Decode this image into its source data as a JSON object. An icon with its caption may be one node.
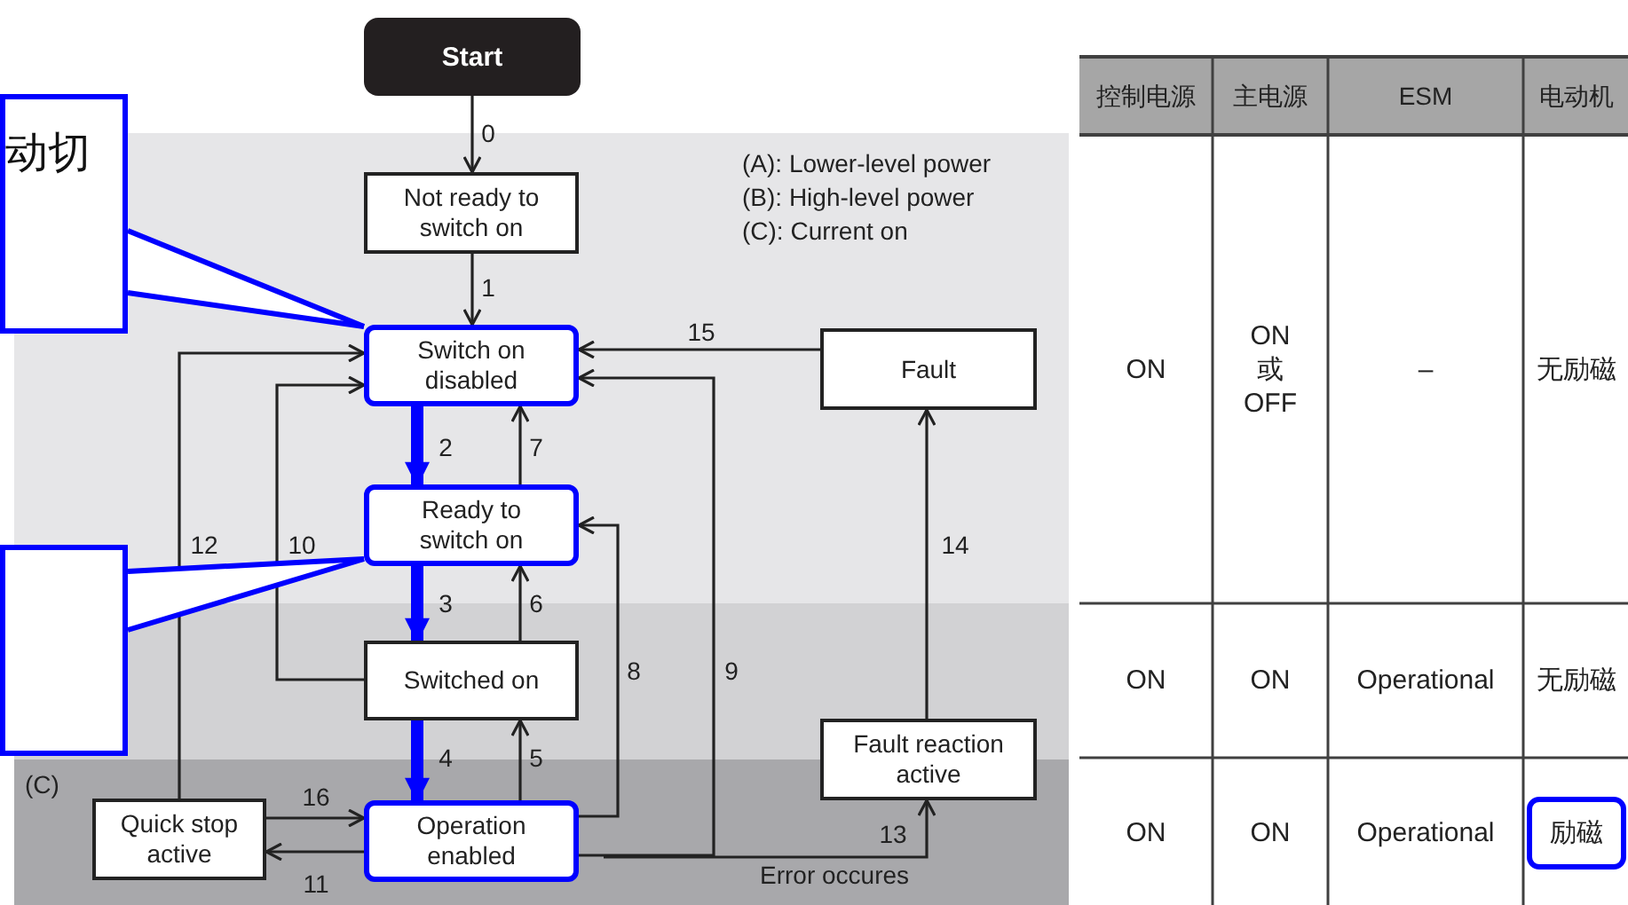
{
  "diagram": {
    "nodes": [
      {
        "text": [
          "Start"
        ]
      },
      {
        "text": [
          "Not ready to switch on"
        ]
      },
      {
        "text": [
          "Switch on disabled"
        ]
      },
      {
        "text": [
          "Ready to switch on"
        ]
      },
      {
        "text": [
          "Switched on"
        ]
      },
      {
        "text": [
          "Operation enabled"
        ]
      },
      {
        "text": [
          "Quick stop active"
        ]
      },
      {
        "text": [
          "Fault"
        ]
      },
      {
        "text": [
          "Fault reaction active"
        ]
      },
      {
        "text": [
          "动切"
        ]
      },
      {
        "text": [],
        "shape": "box"
      }
    ],
    "edges": [
      {
        "from": 0,
        "to": 1,
        "arrow": "to",
        "label": "0"
      },
      {
        "from": 1,
        "to": 2,
        "arrow": "to",
        "label": "1"
      },
      {
        "from": 2,
        "to": 3,
        "arrow": "to",
        "label": "2",
        "style": "thick",
        "color": "#0000ff"
      },
      {
        "from": 3,
        "to": 4,
        "arrow": "to",
        "label": "3",
        "style": "thick",
        "color": "#0000ff"
      },
      {
        "from": 4,
        "to": 5,
        "arrow": "to",
        "label": "4",
        "style": "thick",
        "color": "#0000ff"
      },
      {
        "from": 5,
        "to": 4,
        "arrow": "to",
        "label": "5"
      },
      {
        "from": 4,
        "to": 3,
        "arrow": "to",
        "label": "6"
      },
      {
        "from": 3,
        "to": 2,
        "arrow": "to",
        "label": "7"
      },
      {
        "from": 5,
        "to": 3,
        "arrow": "to",
        "label": "8"
      },
      {
        "from": 5,
        "to": 2,
        "arrow": "to",
        "label": "9"
      },
      {
        "from": 4,
        "to": 2,
        "arrow": "to",
        "label": "10"
      },
      {
        "from": 5,
        "to": 6,
        "arrow": "to",
        "label": "11"
      },
      {
        "from": 6,
        "to": 2,
        "arrow": "to",
        "label": "12"
      },
      {
        "from": null,
        "to": 8,
        "arrow": "to",
        "label": "13"
      },
      {
        "from": 8,
        "to": 7,
        "arrow": "to",
        "label": "14"
      },
      {
        "from": 7,
        "to": 2,
        "arrow": "to",
        "label": "15"
      },
      {
        "from": 6,
        "to": 5,
        "arrow": "to",
        "label": "16"
      },
      {
        "from": 9,
        "to": 2,
        "arrow": "none",
        "color": "#0000ff"
      },
      {
        "from": 10,
        "to": 3,
        "arrow": "none",
        "color": "#0000ff"
      }
    ],
    "labels": [
      "(A): Lower-level power",
      "(B): High-level power",
      "(C): Current on",
      "(C)",
      "Error occures",
      "控制电源",
      "主电源",
      "ESM",
      "电动机",
      "ON",
      "ON 或 OFF",
      "–",
      "无励磁",
      "ON",
      "ON",
      "Operational",
      "无励磁",
      "ON",
      "ON",
      "Operational",
      "励磁"
    ]
  }
}
